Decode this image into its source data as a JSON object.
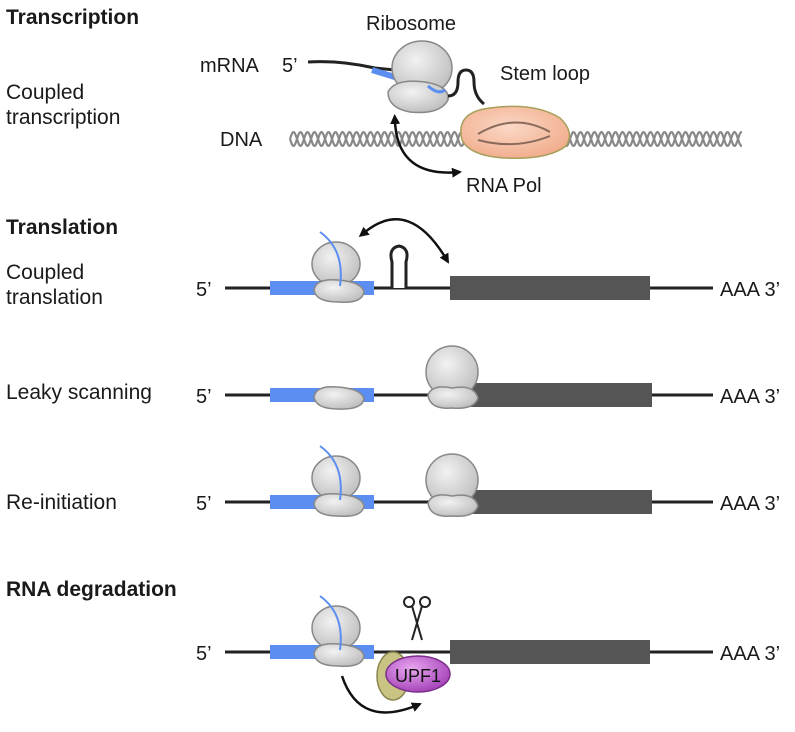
{
  "sections": {
    "transcription": {
      "title": "Transcription",
      "label": "Coupled transcription",
      "labels": {
        "ribosome": "Ribosome",
        "mrna": "mRNA",
        "mrna_end": "5’",
        "stem_loop": "Stem loop",
        "dna": "DNA",
        "rna_pol": "RNA Pol"
      }
    },
    "translation": {
      "title": "Translation",
      "rows": [
        {
          "label": "Coupled translation",
          "five_prime": "5’",
          "three_prime": "AAA 3’"
        },
        {
          "label": "Leaky scanning",
          "five_prime": "5’",
          "three_prime": "AAA 3’"
        },
        {
          "label": "Re-initiation",
          "five_prime": "5’",
          "three_prime": "AAA 3’"
        }
      ]
    },
    "degradation": {
      "title": "RNA degradation",
      "five_prime": "5’",
      "three_prime": "AAA 3’",
      "upf1": "UPF1"
    }
  },
  "colors": {
    "blue": "#5b8ef0",
    "dark_gray": "#555555",
    "ribosome": "#d6d6d6",
    "rna_pol": "#f4b89a",
    "upf1": "#b24fc4",
    "olive": "#c9c484"
  }
}
